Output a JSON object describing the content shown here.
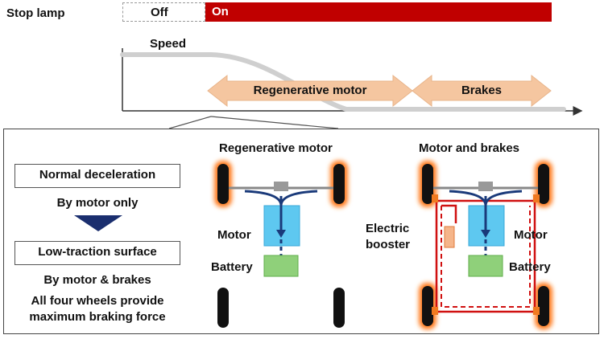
{
  "timeline": {
    "stop_lamp_label": "Stop lamp",
    "off_label": "Off",
    "on_label": "On",
    "speed_label": "Speed",
    "phase_regen_label": "Regenerative motor",
    "phase_brakes_label": "Brakes"
  },
  "left_panel": {
    "normal_box": "Normal deceleration",
    "normal_sub": "By motor only",
    "low_box": "Low-traction surface",
    "low_sub": "By motor & brakes",
    "note_line1": "All four wheels provide",
    "note_line2": "maximum braking force"
  },
  "diagram_regen": {
    "title": "Regenerative motor",
    "motor_label": "Motor",
    "battery_label": "Battery"
  },
  "diagram_brakes": {
    "title": "Motor and brakes",
    "booster_label_line1": "Electric",
    "booster_label_line2": "booster",
    "motor_label": "Motor",
    "battery_label": "Battery"
  },
  "colors": {
    "stop_on": "#c00000",
    "phase_arrow": "#f5c6a0",
    "motor_block": "#5ec8f0",
    "battery_block": "#8fd07a",
    "brake_line": "#d01010",
    "shaft_blue": "#1a3a7a",
    "wheel_glow": "#ff7a1a"
  }
}
